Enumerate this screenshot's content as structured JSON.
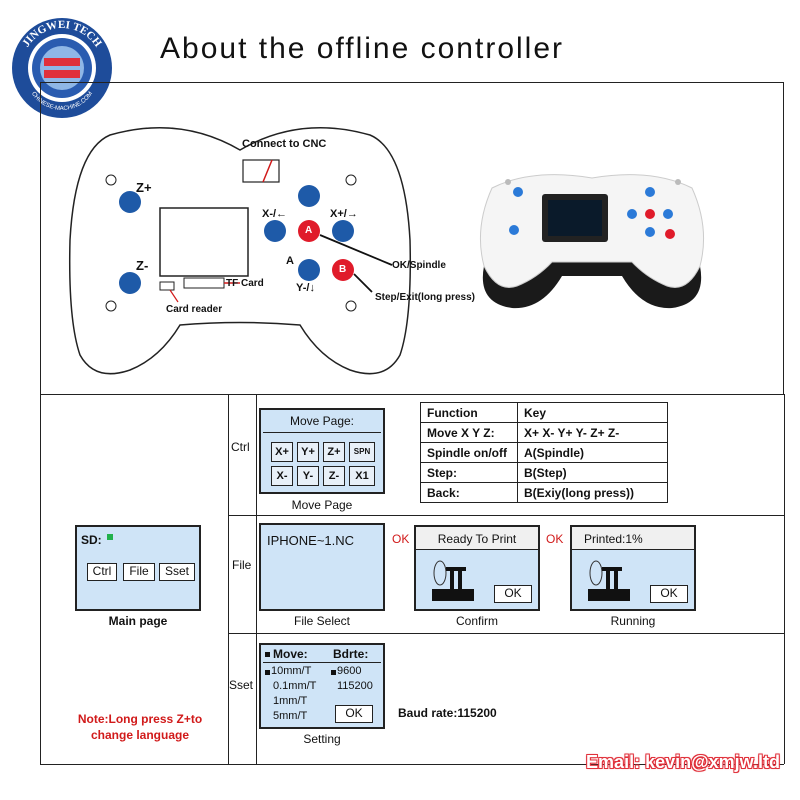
{
  "header": {
    "title": "About the offline controller"
  },
  "logo": {
    "top_text": "JINGWEI TECH",
    "bottom_text": "CHINESE-MACHINE.COM"
  },
  "controller_diagram": {
    "connect_label": "Connect to CNC",
    "z_plus": "Z+",
    "z_minus": "Z-",
    "x_minus": "X-/←",
    "x_plus": "X+/→",
    "a_button": "A",
    "a_label": "A",
    "b_button": "B",
    "y_minus": "Y-/↓",
    "ok_spindle": "OK/Spindle",
    "step_exit": "Step/Exit(long press)",
    "tf_card": "TF Card",
    "card_reader": "Card reader"
  },
  "main_page": {
    "sd_label": "SD:",
    "buttons": [
      "Ctrl",
      "File",
      "Sset"
    ],
    "caption": "Main page",
    "note": "Note:Long press Z+to change language"
  },
  "rows": {
    "ctrl": "Ctrl",
    "file": "File",
    "sset": "Sset"
  },
  "move_page": {
    "header": "Move Page:",
    "keys_row1": [
      "X+",
      "Y+",
      "Z+",
      "SPN"
    ],
    "keys_row2": [
      "X-",
      "Y-",
      "Z-",
      "X1"
    ],
    "caption": "Move Page"
  },
  "function_table": {
    "headers": [
      "Function",
      "Key"
    ],
    "rows": [
      [
        "Move X Y Z:",
        "X+  X-  Y+  Y-  Z+  Z-"
      ],
      [
        "Spindle on/off",
        "A(Spindle)"
      ],
      [
        "Step:",
        "B(Step)"
      ],
      [
        "Back:",
        "B(Exiy(long press))"
      ]
    ]
  },
  "file_row": {
    "file_name": "IPHONE~1.NC",
    "ok1": "OK",
    "ok2": "OK",
    "confirm_header": "Ready To Print",
    "confirm_ok": "OK",
    "running_header": "Printed:1%",
    "running_ok": "OK",
    "captions": [
      "File Select",
      "Confirm",
      "Running"
    ]
  },
  "setting": {
    "move_header": "Move:",
    "bdrte_header": "Bdrte:",
    "moves": [
      "10mm/T",
      "0.1mm/T",
      "1mm/T",
      "5mm/T"
    ],
    "bauds": [
      "9600",
      "115200"
    ],
    "ok": "OK",
    "caption": "Setting",
    "baud_note": "Baud rate:115200"
  },
  "footer": {
    "email": "Email: kevin@xmjw.ltd"
  },
  "colors": {
    "blue_button": "#1e5aa8",
    "red_button": "#e01b2a",
    "screen_bg": "#cfe4f7",
    "note_red": "#d11a1a"
  }
}
